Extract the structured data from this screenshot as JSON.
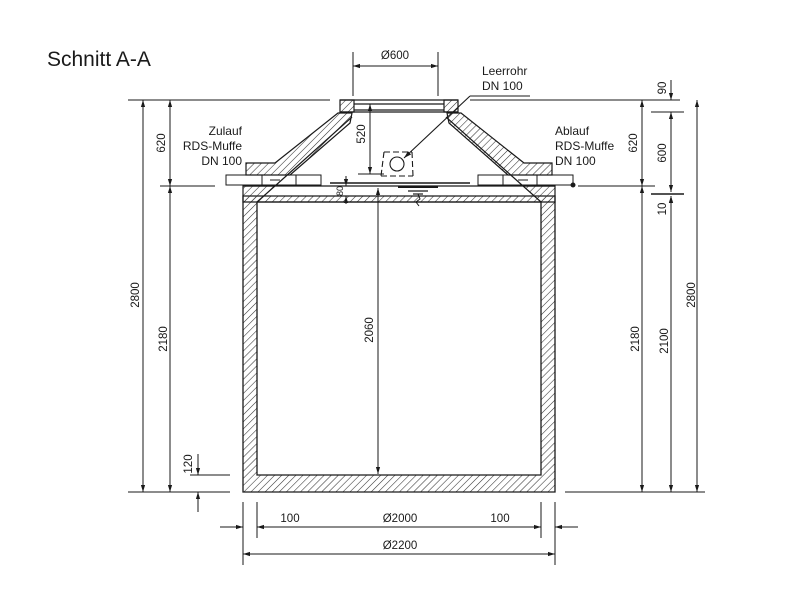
{
  "title": "Schnitt A-A",
  "labels": {
    "inlet": [
      "Zulauf",
      "RDS-Muffe",
      "DN 100"
    ],
    "outlet": [
      "Ablauf",
      "RDS-Muffe",
      "DN 100"
    ],
    "conduit": [
      "Leerrohr",
      "DN 100"
    ]
  },
  "dimensions": {
    "opening_diameter": "Ø600",
    "cone_height": "520",
    "cover_offset": "80",
    "inner_height": "2060",
    "left_top": "620",
    "left_body": "2180",
    "left_total": "2800",
    "left_floor": "120",
    "right_top": "620",
    "right_body": "2180",
    "right_cap": "90",
    "right_cone": "600",
    "right_gap": "10",
    "right_shaft": "2100",
    "right_total": "2800",
    "wall_left": "100",
    "inner_diameter": "Ø2000",
    "wall_right": "100",
    "outer_diameter": "Ø2200"
  },
  "colors": {
    "line": "#1a1a1a",
    "hatch": "#333333",
    "background": "#ffffff"
  }
}
